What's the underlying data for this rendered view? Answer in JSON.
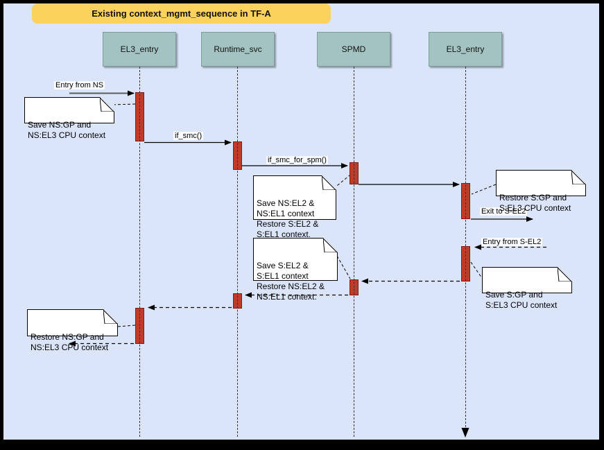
{
  "title": "Existing context_mgmt_sequence in TF-A",
  "actors": [
    {
      "label": "EL3_entry"
    },
    {
      "label": "Runtime_svc"
    },
    {
      "label": "SPMD"
    },
    {
      "label": "EL3_entry"
    }
  ],
  "messages": {
    "entry_from_ns": "Entry from NS",
    "if_smc": "if_smc()",
    "if_smc_for_spm": "if_smc_for_spm()",
    "exit_to_s_el2": "Exit to S-EL2",
    "entry_from_s_el2": "Entry from S-EL2"
  },
  "notes": [
    {
      "text": "Save NS:GP and\nNS:EL3 CPU context"
    },
    {
      "text": "Save NS:EL2 &\nNS:EL1 context\nRestore S:EL2 &\nS:EL1 context."
    },
    {
      "text": "Restore S:GP and\nS:EL3 CPU context"
    },
    {
      "text": "Save S:EL2 &\nS:EL1 context\nRestore NS:EL2 &\nNS:EL1 context."
    },
    {
      "text": "Save S:GP and\nS:EL3 CPU context"
    },
    {
      "text": "Restore NS:GP and\nNS:EL3 CPU context"
    }
  ],
  "colors": {
    "canvas_background": "#dbe5fa",
    "outer_border": "#000000",
    "title_banner": "#fbd25c",
    "actor_fill": "#a2c3c1",
    "activation_fill": "#bf3b2b",
    "activation_border": "#7e1d12",
    "note_fill": "#ffffff"
  }
}
